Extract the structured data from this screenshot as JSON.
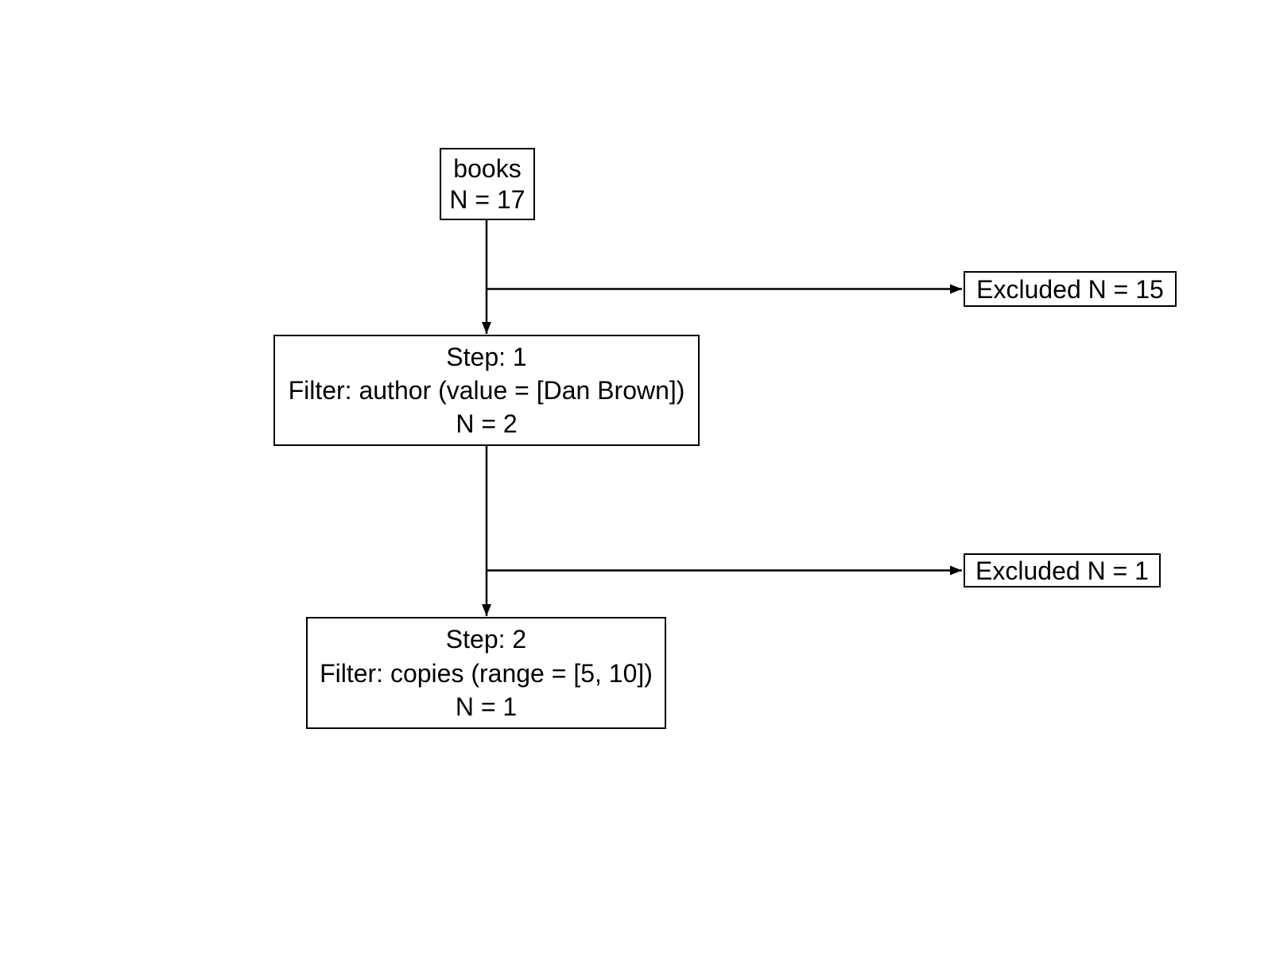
{
  "diagram": {
    "type": "filter-flowchart",
    "colors": {
      "stroke": "#000000",
      "text": "#000000",
      "background": "#ffffff",
      "box_fill": "#ffffff"
    },
    "nodes": {
      "source": {
        "name": "books",
        "count": "N = 17"
      },
      "step1": {
        "title": "Step: 1",
        "filter": "Filter: author (value = [Dan Brown])",
        "count": "N = 2"
      },
      "excluded1": {
        "label": "Excluded N = 15"
      },
      "step2": {
        "title": "Step: 2",
        "filter": "Filter: copies (range = [5, 10])",
        "count": "N = 1"
      },
      "excluded2": {
        "label": "Excluded N = 1"
      }
    }
  }
}
